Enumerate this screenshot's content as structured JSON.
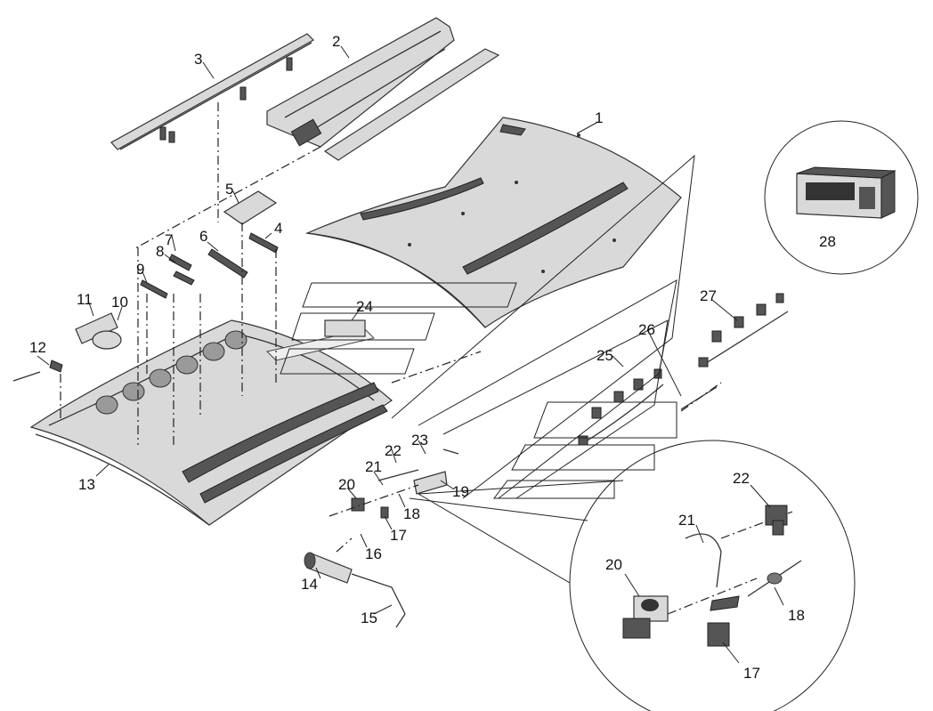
{
  "diagram": {
    "callouts": [
      "1",
      "2",
      "3",
      "4",
      "5",
      "6",
      "7",
      "8",
      "9",
      "10",
      "11",
      "12",
      "13",
      "14",
      "15",
      "16",
      "17",
      "18",
      "19",
      "20",
      "21",
      "22",
      "23",
      "24",
      "25",
      "26",
      "27",
      "28"
    ],
    "detail_callouts": [
      "22",
      "21",
      "20",
      "18",
      "17"
    ]
  }
}
